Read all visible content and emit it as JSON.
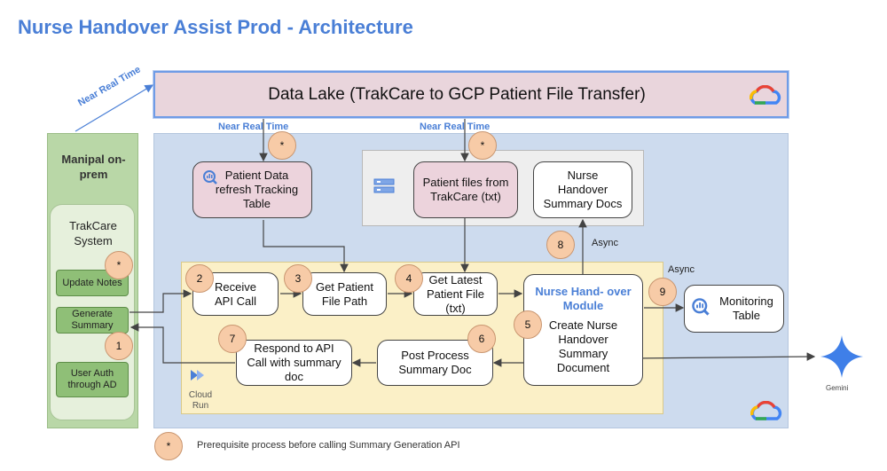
{
  "title": "Nurse Handover Assist Prod - Architecture",
  "data_lake": {
    "label": "Data Lake (TrakCare to GCP Patient File Transfer)"
  },
  "near_real_time": "Near Real Time",
  "onprem": {
    "label": "Manipal on-prem",
    "trakcare": "TrakCare System",
    "buttons": {
      "update_notes": "Update Notes",
      "generate_summary": "Generate Summary",
      "user_auth": "User Auth through AD"
    }
  },
  "tracking_table": "Patient Data refresh Tracking Table",
  "storage": {
    "patient_files": "Patient files from TrakCare (txt)",
    "summary_docs": "Nurse Handover Summary Docs"
  },
  "steps": {
    "receive": "Receive API Call",
    "get_path": "Get Patient File Path",
    "get_latest": "Get Latest Patient File (txt)",
    "module_title": "Nurse Hand- over Module",
    "module_body": "Create Nurse Handover Summary Document",
    "post_process": "Post Process Summary Doc",
    "respond": "Respond to API Call with summary doc",
    "monitoring": "Monitoring Table"
  },
  "async": "Async",
  "cloud_run": "Cloud Run",
  "gemini": "Gemini",
  "markers": {
    "star": "*",
    "n1": "1",
    "n2": "2",
    "n3": "3",
    "n4": "4",
    "n5": "5",
    "n6": "6",
    "n7": "7",
    "n8": "8",
    "n9": "9"
  },
  "legend": "Prerequisite process before calling Summary Generation API",
  "colors": {
    "title_blue": "#4a7fd6",
    "onprem_green": "#b9d7a7",
    "gcp_blue": "#cddbee",
    "cloudrun_yellow": "#fbf0c7",
    "marker_orange": "#f7cba7",
    "pink": "#ecd3dc"
  }
}
